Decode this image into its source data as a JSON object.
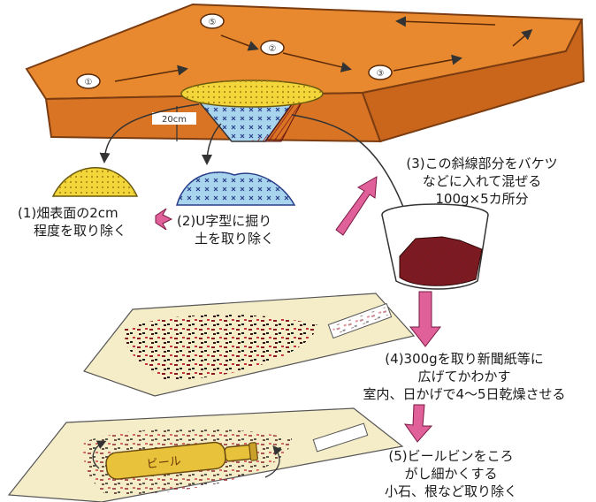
{
  "field_numbers": [
    "①",
    "②",
    "③",
    "⑤"
  ],
  "depth_label": "20cm",
  "bottle_label": "ビール",
  "steps": [
    {
      "line1": "(1)畑表面の2cm",
      "line2": "程度を取り除く"
    },
    {
      "line1": "(2)U字型に掘り",
      "line2": "土を取り除く"
    },
    {
      "line1": "(3)この斜線部分をバケツ",
      "line2": "などに入れて混ぜる",
      "line3": "100g×5カ所分"
    },
    {
      "line1": "(4)300gを取り新聞紙等に",
      "line2": "広げてかわかす",
      "line3": "室内、日かげで4～5日乾燥させる"
    },
    {
      "line1": "(5)ビールビンをころ",
      "line2": "がし細かくする",
      "line3": "小石、根など取り除く"
    }
  ],
  "colors": {
    "soil_orange": "#e8892f",
    "soil_edge": "#b85d18",
    "topsoil_yellow": "#f2d63a",
    "subsoil_blue": "#a9d4ee",
    "dark_soil": "#7a1a22",
    "arrow_pink": "#e0609a",
    "bottle": "#e8c23a"
  }
}
